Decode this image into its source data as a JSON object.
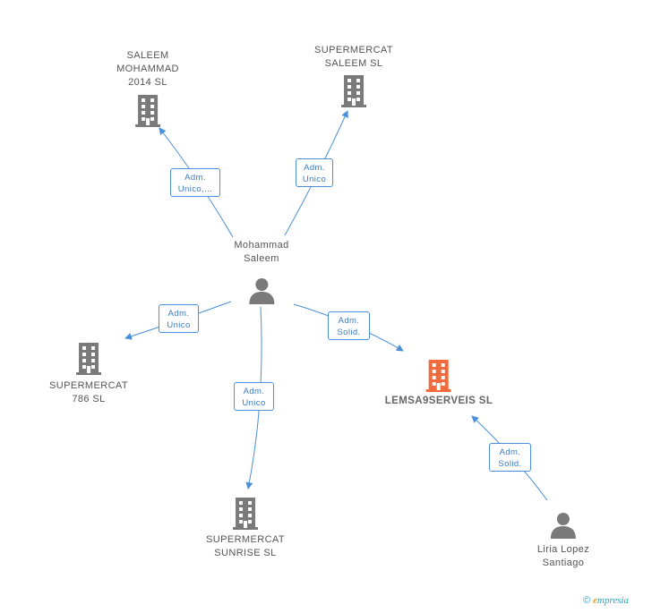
{
  "colors": {
    "edge": "#4a8fd9",
    "company_icon": "#7a7a7a",
    "focus_company_icon": "#f06a3c",
    "person_icon": "#7a7a7a"
  },
  "nodes": {
    "saleem_2014": {
      "lines": [
        "SALEEM",
        "MOHAMMAD",
        "2014 SL"
      ],
      "icon": "building-icon"
    },
    "supermercat_saleem": {
      "lines": [
        "SUPERMERCAT",
        "SALEEM SL"
      ],
      "icon": "building-icon"
    },
    "mohammad_saleem": {
      "lines": [
        "Mohammad",
        "Saleem"
      ],
      "icon": "person-icon"
    },
    "supermercat_786": {
      "lines": [
        "SUPERMERCAT",
        "786 SL"
      ],
      "icon": "building-icon"
    },
    "lemsa9serveis": {
      "lines": [
        "LEMSA9SERVEIS SL"
      ],
      "icon": "building-icon"
    },
    "supermercat_sunrise": {
      "lines": [
        "SUPERMERCAT",
        "SUNRISE SL"
      ],
      "icon": "building-icon"
    },
    "liria_lopez": {
      "lines": [
        "Liria Lopez",
        "Santiago"
      ],
      "icon": "person-icon"
    }
  },
  "edges": [
    {
      "label": [
        "Adm.",
        "Unico,..."
      ],
      "from": "mohammad_saleem",
      "to": "saleem_2014"
    },
    {
      "label": [
        "Adm.",
        "Unico"
      ],
      "from": "mohammad_saleem",
      "to": "supermercat_saleem"
    },
    {
      "label": [
        "Adm.",
        "Unico"
      ],
      "from": "mohammad_saleem",
      "to": "supermercat_786"
    },
    {
      "label": [
        "Adm.",
        "Solid."
      ],
      "from": "mohammad_saleem",
      "to": "lemsa9serveis"
    },
    {
      "label": [
        "Adm.",
        "Unico"
      ],
      "from": "mohammad_saleem",
      "to": "supermercat_sunrise"
    },
    {
      "label": [
        "Adm.",
        "Solid."
      ],
      "from": "liria_lopez",
      "to": "lemsa9serveis"
    }
  ],
  "brand": {
    "copyright": "©",
    "first": "e",
    "rest": "mpresia"
  }
}
